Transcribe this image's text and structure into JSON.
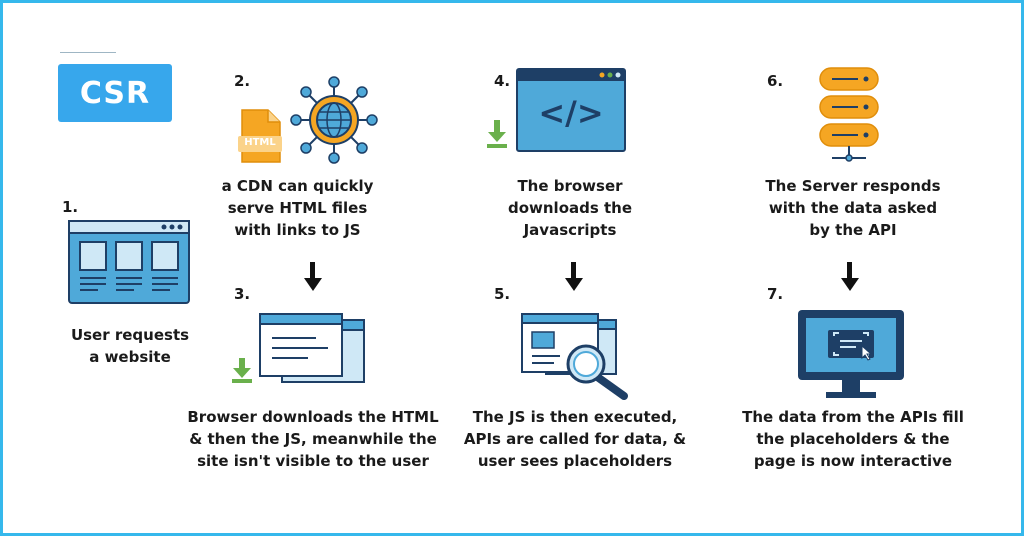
{
  "badge": {
    "label": "CSR"
  },
  "steps": [
    {
      "number": "1.",
      "caption": "User requests\na website"
    },
    {
      "number": "2.",
      "caption": "a CDN can quickly\nserve HTML files\nwith links to JS",
      "file_label": "HTML"
    },
    {
      "number": "3.",
      "caption": "Browser downloads the HTML\n& then the JS, meanwhile the\nsite isn't visible to the user"
    },
    {
      "number": "4.",
      "caption": "The browser\ndownloads the\nJavascripts",
      "code_symbol": "</>"
    },
    {
      "number": "5.",
      "caption": "The JS is then executed,\nAPIs are called for data, &\nuser sees placeholders"
    },
    {
      "number": "6.",
      "caption": "The Server responds\nwith the data asked\nby the API"
    },
    {
      "number": "7.",
      "caption": "The data from the APIs fill\nthe placeholders & the\npage is now interactive"
    }
  ],
  "colors": {
    "accent": "#37a7ec",
    "border": "#35b8ec",
    "window_blue": "#4fa9d9",
    "window_light": "#cfe8f6",
    "navy": "#1e3f66",
    "orange": "#f5a623",
    "green": "#6ab04c"
  }
}
